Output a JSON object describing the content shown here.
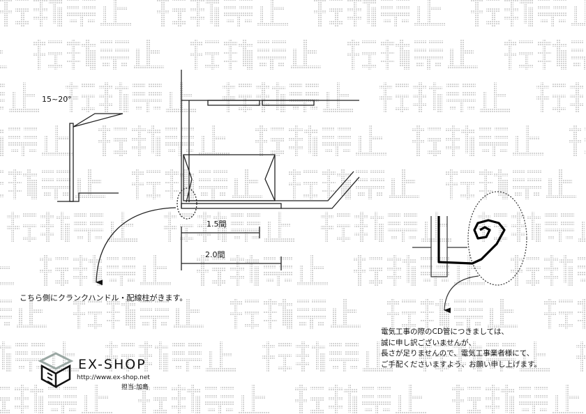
{
  "watermark": "転載禁止",
  "drawing": {
    "angle_label": "15~20°",
    "dim_1": "1.5間",
    "dim_2": "2.0間",
    "left_note": "こちら側にクランクハンドル・配線柱がきます。"
  },
  "right_note": [
    "電気工事の際のCD管につきましては、",
    "誠に申し訳ございませんが、",
    "長さが足りませんので、電気工事業者様にて、",
    "ご手配くださいますよう、お願い申し上げます。"
  ],
  "logo": {
    "name": "EX-SHOP",
    "url": "http://www.ex-shop.net",
    "staff": "担当:加島"
  }
}
